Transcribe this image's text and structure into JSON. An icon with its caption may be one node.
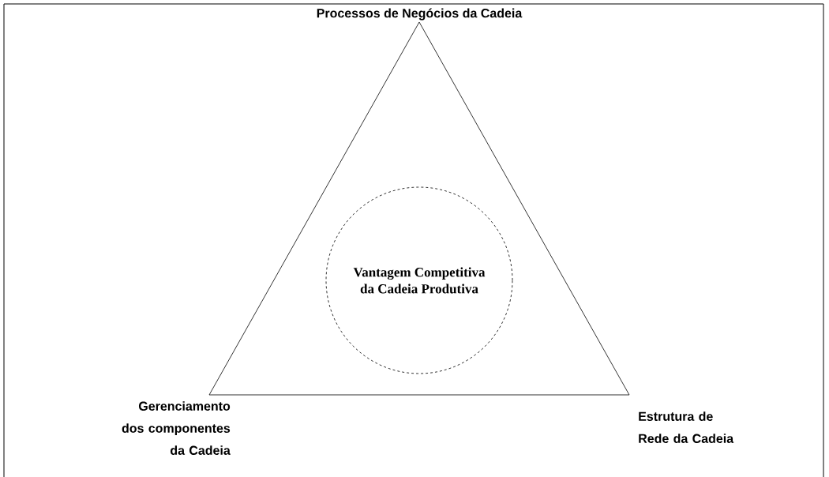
{
  "diagram": {
    "nodes": [
      {
        "text": [],
        "shape": "triangle"
      },
      {
        "text": [
          "Vantagem Competitiva da Cadeia Produtiva"
        ],
        "in": 0
      }
    ],
    "labels": [
      "Processos de Negócios da Cadeia",
      "Gerenciamento dos componentes da Cadeia",
      "Estrutura de Rede da Cadeia"
    ]
  }
}
